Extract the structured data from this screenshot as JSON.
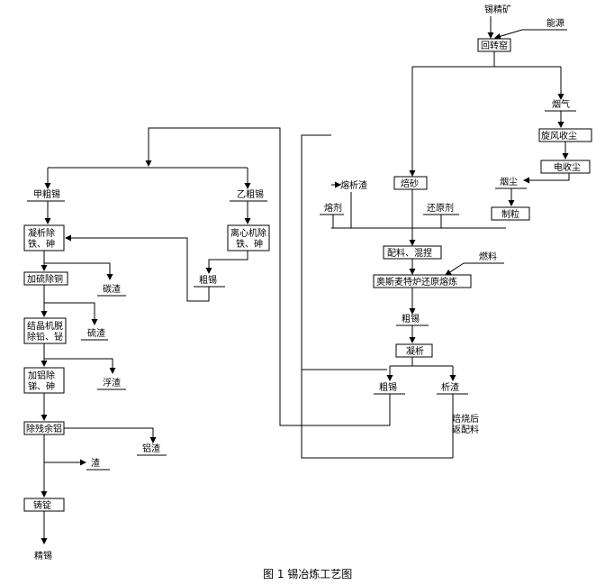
{
  "nodes": {
    "tin_concentrate": "锡精矿",
    "energy": "能源",
    "rotary_kiln": "回转窑",
    "flue_gas": "烟气",
    "cyclone": "旋风收尘",
    "esp": "电收尘",
    "dust": "烟尘",
    "pelletize": "制粒",
    "calcine": "焙砂",
    "liquation_slag_top": "熔析渣",
    "flux": "熔剂",
    "reductant": "还原剂",
    "mixing": "配料、混捏",
    "fuel": "燃料",
    "ausmelt": "奥斯麦特炉还原熔炼",
    "crude_tin_1": "粗锡",
    "liquation": "凝析",
    "crude_tin_2": "粗锡",
    "liquation_slag": "析渣",
    "after_roast": "焙烧后",
    "return_batch": "返配料",
    "crude_tin_a": "甲粗锡",
    "crude_tin_b": "乙粗锡",
    "liquation_fe_as_1": "凝析除",
    "liquation_fe_as_2": "铁、砷",
    "centrifuge_1": "离心机除",
    "centrifuge_2": "铁、砷",
    "crude_tin_left": "粗锡",
    "sulfur_cu": "加硫除铜",
    "carbon_slag": "碳渣",
    "sulfur_slag": "硫渣",
    "crystallizer_1": "结晶机脱",
    "crystallizer_2": "除铅、铋",
    "al_1": "加铝除",
    "al_2": "锑、砷",
    "scum": "浮渣",
    "residual_al": "除残余铝",
    "al_slag": "铝渣",
    "slag": "渣",
    "casting": "铸锭",
    "refined_tin": "精锡"
  },
  "caption": "图 1  锡冶炼工艺图"
}
